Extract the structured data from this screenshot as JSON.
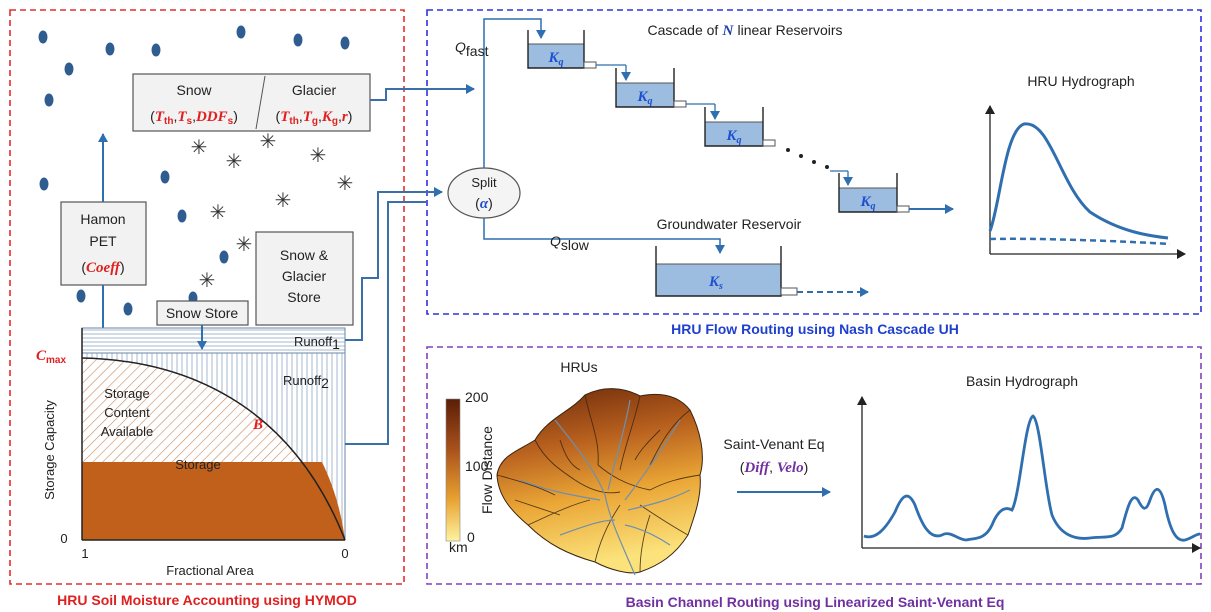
{
  "colors": {
    "red_frame": "#e03030",
    "blue_frame": "#3030e0",
    "purple_frame": "#8040c0",
    "line_blue": "#2f6fb0",
    "reservoir_fill": "#9cbde0",
    "storage_brown": "#c0601a",
    "raindrop": "#2f5d8f"
  },
  "left_panel": {
    "caption": "HRU Soil Moisture Accounting using HYMOD",
    "snow_label": "Snow",
    "snow_params": "(Tth,Ts,DDFs)",
    "glacier_label": "Glacier",
    "glacier_params": "(Tth,Tg,Kg,r)",
    "pet_line1": "Hamon",
    "pet_line2": "PET",
    "pet_param": "(Coeff)",
    "snow_glacier_store_line1": "Snow &",
    "snow_glacier_store_line2": "Glacier",
    "snow_glacier_store_line3": "Store",
    "snow_store": "Snow Store",
    "runoff1": "Runoff1",
    "runoff2": "Runoff2",
    "cmax": "Cmax",
    "storage_content_line1": "Storage",
    "storage_content_line2": "Content",
    "storage_content_line3": "Available",
    "b_param": "B",
    "storage": "Storage",
    "y_axis_label": "Storage Capacity",
    "x_axis_label": "Fractional Area",
    "x_tick_left": "1",
    "x_tick_right": "0",
    "y_tick_zero": "0"
  },
  "top_right_panel": {
    "caption": "HRU Flow Routing using Nash Cascade UH",
    "cascade_title_pre": "Cascade of",
    "cascade_title_n": "N",
    "cascade_title_post": "linear Reservoirs",
    "q_fast": "Qfast",
    "q_slow": "Qslow",
    "split_label": "Split",
    "split_param": "(α)",
    "kq_label": "Kq",
    "ks_label": "Ks",
    "groundwater_title": "Groundwater Reservoir",
    "hydrograph_title": "HRU Hydrograph"
  },
  "bottom_right_panel": {
    "caption": "Basin Channel Routing using Linearized Saint-Venant Eq",
    "hrus_title": "HRUs",
    "colorbar_max": "200",
    "colorbar_mid": "100",
    "colorbar_min": "0",
    "colorbar_label": "Flow Distance",
    "colorbar_unit": "km",
    "saint_venant": "Saint-Venant Eq",
    "saint_venant_params": "(Diff, Velo)",
    "basin_hydrograph_title": "Basin Hydrograph"
  }
}
